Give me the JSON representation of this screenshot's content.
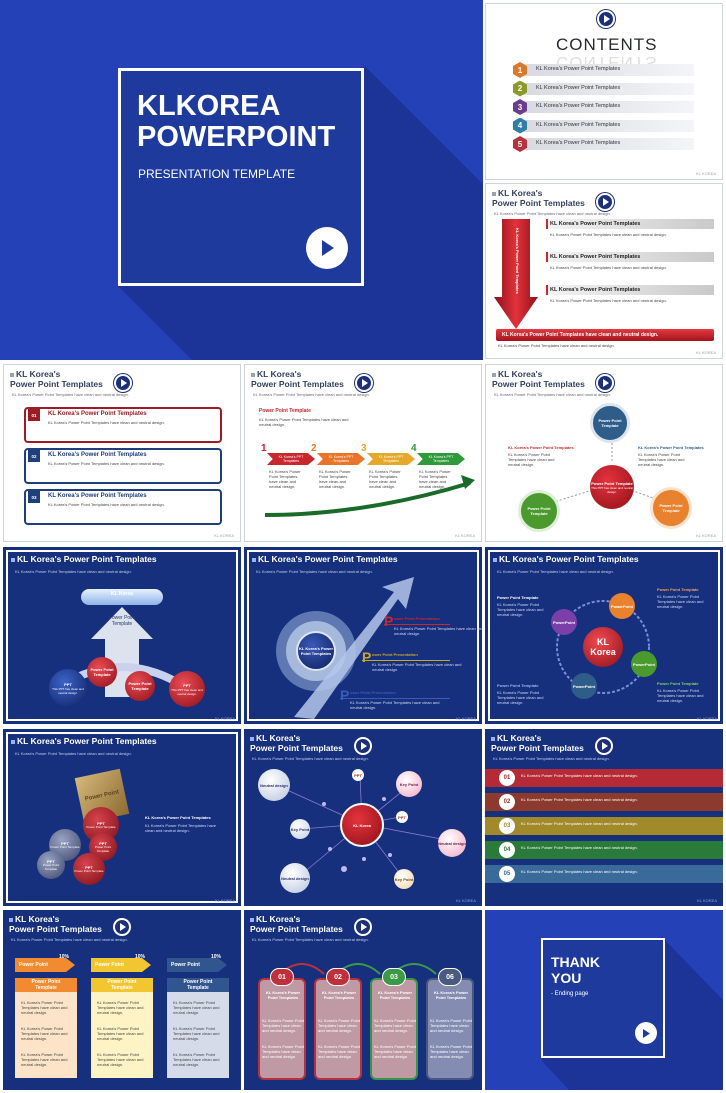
{
  "common": {
    "header_line1": "KL Korea's",
    "header_line2": "Power Point Templates",
    "header_full": "KL Korea's Power Point Templates",
    "subtitle": "KL Korea's Power Point Templates have clean and neutral design.",
    "footer": "KL KOREA",
    "body_text": "KL Korea's Power Point Templates have clean and neutral design."
  },
  "cover": {
    "title_line1": "KLKOREA",
    "title_line2": "POWERPOINT",
    "subtitle": "PRESENTATION TEMPLATE"
  },
  "contents": {
    "title": "CONTENTS",
    "items": [
      {
        "num": "1",
        "label": "KL Korea's Power Point Templates",
        "color": "#d97a2b"
      },
      {
        "num": "2",
        "label": "KL Korea's Power Point Templates",
        "color": "#8c9a2a"
      },
      {
        "num": "3",
        "label": "KL Korea's Power Point Templates",
        "color": "#6a3d8e"
      },
      {
        "num": "4",
        "label": "KL Korea's Power Point Templates",
        "color": "#2e7fa8"
      },
      {
        "num": "5",
        "label": "KL Korea's Power Point Templates",
        "color": "#b8323b"
      }
    ]
  },
  "slide3": {
    "items": [
      "KL Korea's Power Point Templates",
      "KL Korea's Power Point Templates",
      "KL Korea's Power Point Templates"
    ],
    "arrow_text": "KL Korea's Power Point Templates",
    "bottom_bar": "KL Korea's Power Point Templates have clean and neutral design."
  },
  "slide4": {
    "items": [
      {
        "num": "01",
        "title": "KL Korea's Power Point Templates",
        "color": "#9b1c24"
      },
      {
        "num": "02",
        "title": "KL Korea's Power Point Templates",
        "color": "#1f3f7a"
      },
      {
        "num": "03",
        "title": "KL Korea's Power Point Templates",
        "color": "#1f3f7a"
      }
    ]
  },
  "slide5": {
    "heading": "Power Point Template",
    "steps": [
      {
        "num": "1",
        "label": "KL Korea's PPT Templates",
        "color": "#c9262d"
      },
      {
        "num": "2",
        "label": "KL Korea's PPT Templates",
        "color": "#e9752a"
      },
      {
        "num": "3",
        "label": "KL Korea's PPT Templates",
        "color": "#e6a829"
      },
      {
        "num": "4",
        "label": "KL Korea's PPT Templates",
        "color": "#2e9a3c"
      }
    ]
  },
  "slide6": {
    "center": "Power Point Template",
    "sub": "This PPT has clean and neutral design.",
    "nodes": [
      "Power Point Template",
      "Power Point Template",
      "Power Point Template"
    ],
    "left_label": "KL Korea's Power Point Templates",
    "right_label": "KL Korea's Power Point Templates"
  },
  "slide7": {
    "top": "KL Korea",
    "arrow": "Power Point Template",
    "circles": [
      "PPT",
      "Power Point Template",
      "Power Point Template",
      "PPT"
    ],
    "circle_sub": "This PPT has clean and neutral design."
  },
  "slide8": {
    "center": "KL Korea's Power Point Templates",
    "labels": [
      {
        "letter": "P",
        "text": "ower Point Presentation"
      },
      {
        "letter": "P",
        "text": "ower Point Presentation"
      },
      {
        "letter": "P",
        "text": "ower Point Presentation"
      }
    ]
  },
  "slide9": {
    "center_line1": "KL",
    "center_line2": "Korea",
    "corner_labels": [
      "Power Point Template",
      "Power Point Template",
      "Power Point Template",
      "Power Point Template"
    ],
    "ring_items": [
      "PowerPoint",
      "PowerPoint",
      "PowerPoint",
      "PowerPoint"
    ]
  },
  "slide10": {
    "box": "Power Point",
    "circles": [
      "PPT",
      "PPT",
      "PPT",
      "PPT",
      "PPT"
    ],
    "circle_sub": "Power Point Template",
    "text_title": "KL Korea's Power Point Templates"
  },
  "slide11": {
    "center": "KL Korea",
    "nodes": [
      "Neutral design",
      "Key Point",
      "Key Point",
      "Neutral design",
      "Key Point",
      "Neutral design"
    ],
    "ppt": "PPT"
  },
  "slide12": {
    "rows": [
      {
        "num": "01",
        "color": "#b52a35"
      },
      {
        "num": "02",
        "color": "#8c3a2e"
      },
      {
        "num": "03",
        "color": "#a18a2a"
      },
      {
        "num": "04",
        "color": "#2a7a3a"
      },
      {
        "num": "05",
        "color": "#3a6a9a"
      }
    ]
  },
  "slide13": {
    "cards": [
      {
        "tag": "Power Point",
        "pct": "10%",
        "title": "Power Point Template",
        "color": "#f28a30",
        "card_bg": "#fde3c7"
      },
      {
        "tag": "Power Point",
        "pct": "10%",
        "title": "Power Point Template",
        "color": "#f2c630",
        "card_bg": "#fdf3c4"
      },
      {
        "tag": "Power Point",
        "pct": "10%",
        "title": "Power Point Template",
        "color": "#31558f",
        "card_bg": "#d5dbe8"
      }
    ]
  },
  "slide14": {
    "cards": [
      {
        "num": "01",
        "title": "KL Korea's Power Point Templates",
        "color": "#c0303a"
      },
      {
        "num": "02",
        "title": "KL Korea's Power Point Templates",
        "color": "#c0303a"
      },
      {
        "num": "03",
        "title": "KL Korea's Power Point Templates",
        "color": "#3a9a45"
      },
      {
        "num": "06",
        "title": "KL Korea's Power Point Templates",
        "color": "#4a5a80"
      }
    ]
  },
  "thankyou": {
    "line1": "THANK",
    "line2": "YOU",
    "sub": "- Ending page"
  }
}
